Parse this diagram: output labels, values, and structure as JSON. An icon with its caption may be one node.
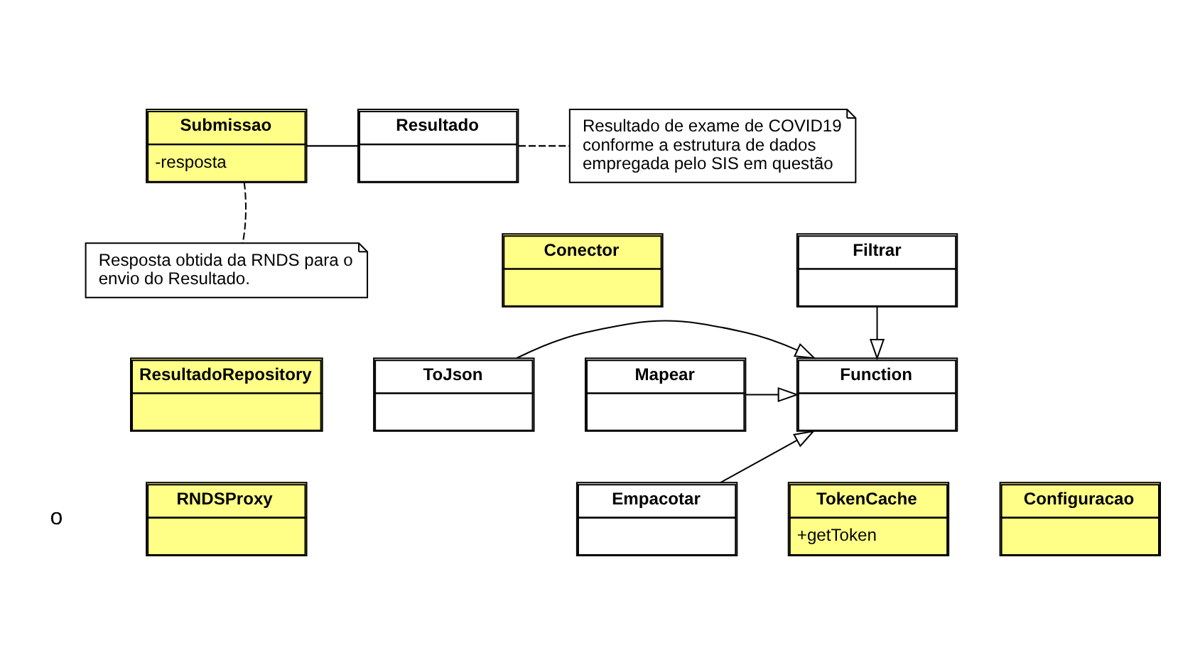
{
  "diagram": {
    "nodes": [
      {
        "text": [
          "Submissao",
          "-resposta"
        ]
      },
      {
        "text": [
          "Resultado"
        ]
      },
      {
        "text": [
          "Resultado de exame de COVID19 conforme a estrutura de dados empregada pelo SIS em questão"
        ]
      },
      {
        "text": [
          "Resposta obtida da RNDS para o envio do Resultado."
        ]
      },
      {
        "text": [
          "Conector"
        ]
      },
      {
        "text": [
          "Filtrar"
        ]
      },
      {
        "text": [
          "ResultadoRepository"
        ]
      },
      {
        "text": [
          "ToJson"
        ]
      },
      {
        "text": [
          "Function"
        ]
      },
      {
        "text": [
          "Mapear"
        ]
      },
      {
        "text": [
          "RNDSProxy"
        ]
      },
      {
        "text": [
          "TokenCache",
          "+getToken"
        ]
      },
      {
        "text": [
          "Configuracao"
        ]
      },
      {
        "text": [
          "Empacotar"
        ]
      }
    ],
    "edges": [
      {
        "from": 0,
        "to": 1,
        "arrow": "none"
      },
      {
        "from": 1,
        "to": 2,
        "arrow": "none",
        "style": "dashed"
      },
      {
        "from": 0,
        "to": 3,
        "arrow": "none",
        "style": "dashed"
      },
      {
        "from": 5,
        "to": 8,
        "arrow": "to"
      },
      {
        "from": 7,
        "to": 8,
        "arrow": "to"
      },
      {
        "from": 9,
        "to": 8,
        "arrow": "to"
      },
      {
        "from": 13,
        "to": 8,
        "arrow": "to"
      }
    ],
    "labels": [
      "o"
    ]
  }
}
